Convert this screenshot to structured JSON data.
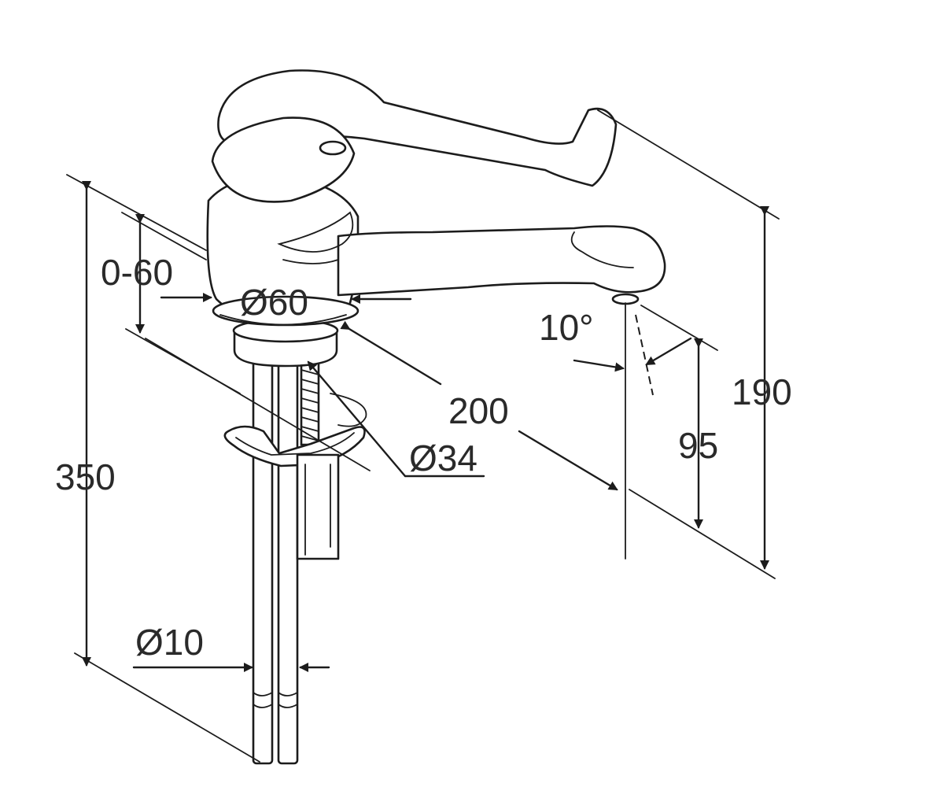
{
  "dimensions": {
    "deck_thickness": "0-60",
    "base_diameter": "Ø60",
    "total_length": "350",
    "shank_diameter": "Ø34",
    "spout_reach": "200",
    "outlet_angle": "10°",
    "outlet_height": "95",
    "overall_height": "190",
    "hose_diameter": "Ø10"
  },
  "colors": {
    "line": "#1c1c1c",
    "text": "#2a2a2a",
    "background": "#ffffff"
  }
}
